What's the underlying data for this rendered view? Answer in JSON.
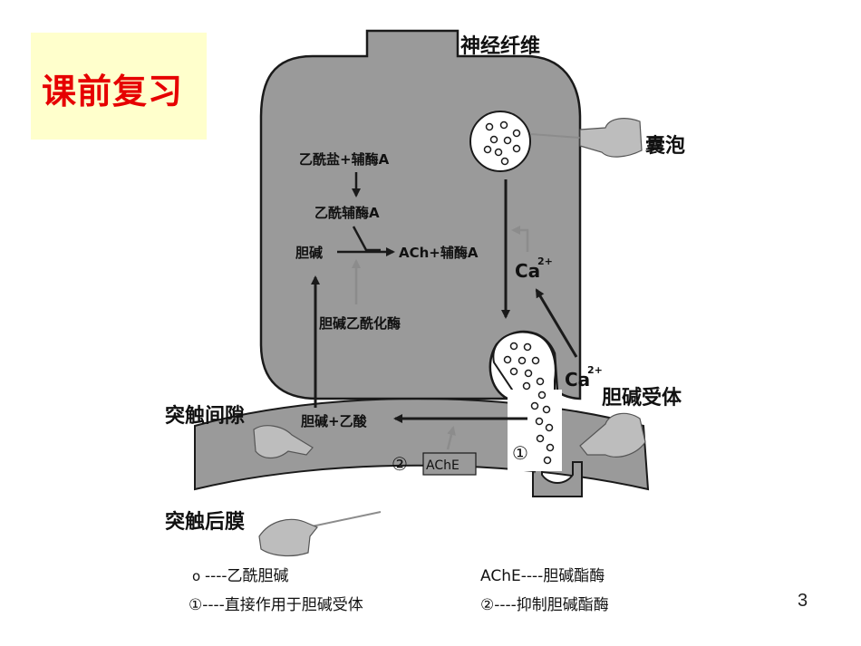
{
  "slide": {
    "title": "课前复习",
    "page_number": "3"
  },
  "diagram": {
    "nerve_fiber_label": "神经纤维",
    "vesicle_label": "囊泡",
    "reaction": {
      "reactants": "乙酰盐+辅酶A",
      "intermediate": "乙酰辅酶A",
      "choline": "胆碱",
      "product": "ACh+辅酶A",
      "enzyme": "胆碱乙酰化酶"
    },
    "calcium_top": {
      "symbol": "Ca",
      "charge": "2+"
    },
    "calcium_bottom": {
      "symbol": "Ca",
      "charge": "2+"
    },
    "receptor_label": "胆碱受体",
    "cleft_label": "突触间隙",
    "breakdown_products": "胆碱+乙酸",
    "marker_1": "①",
    "marker_2": "②",
    "enzyme_box": "AChE",
    "postsynaptic_label": "突触后膜"
  },
  "legend": {
    "ach_symbol": "o",
    "ach_text": "----乙酰胆碱",
    "ache_text": "AChE----胆碱酯酶",
    "item1_text": "①----直接作用于胆碱受体",
    "item2_text": "②----抑制胆碱酯酶"
  },
  "colors": {
    "terminal_fill": "#9a9a9a",
    "outline": "#1a1a1a",
    "title_red": "#e60000",
    "title_bg": "#ffffcc",
    "gray_arrow": "#8c8c8c"
  }
}
